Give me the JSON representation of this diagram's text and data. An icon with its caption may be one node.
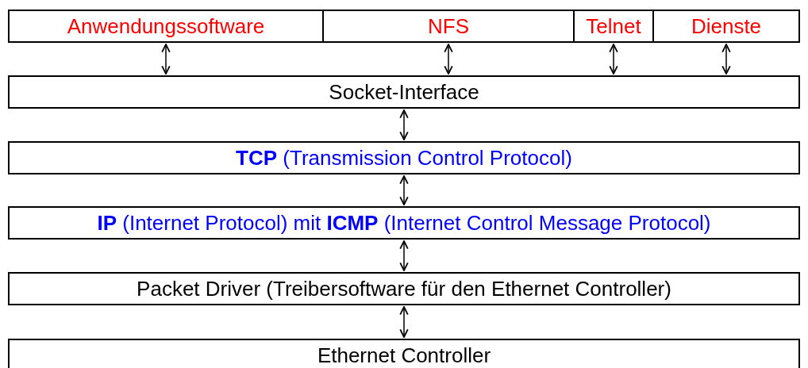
{
  "diagram": {
    "nodes": [
      {
        "text": [
          "Anwendungssoftware"
        ]
      },
      {
        "text": [
          "NFS"
        ]
      },
      {
        "text": [
          "Telnet"
        ]
      },
      {
        "text": [
          "Dienste"
        ]
      },
      {
        "text": [
          "Socket-Interface"
        ]
      },
      {
        "text": [
          "**TCP** (Transmission Control Protocol)"
        ]
      },
      {
        "text": [
          "**IP** (Internet Protocol) mit **ICMP** (Internet Control Message Protocol)"
        ]
      },
      {
        "text": [
          "Packet Driver (Treibersoftware für den Ethernet Controller)"
        ]
      },
      {
        "text": [
          "Ethernet Controller"
        ]
      }
    ],
    "edges": [
      {
        "from": 0,
        "to": 4,
        "arrow": "both"
      },
      {
        "from": 1,
        "to": 4,
        "arrow": "both"
      },
      {
        "from": 2,
        "to": 4,
        "arrow": "both"
      },
      {
        "from": 3,
        "to": 4,
        "arrow": "both"
      },
      {
        "from": 4,
        "to": 5,
        "arrow": "both"
      },
      {
        "from": 5,
        "to": 6,
        "arrow": "both"
      },
      {
        "from": 6,
        "to": 7,
        "arrow": "both"
      },
      {
        "from": 7,
        "to": 8,
        "arrow": "both"
      }
    ]
  }
}
